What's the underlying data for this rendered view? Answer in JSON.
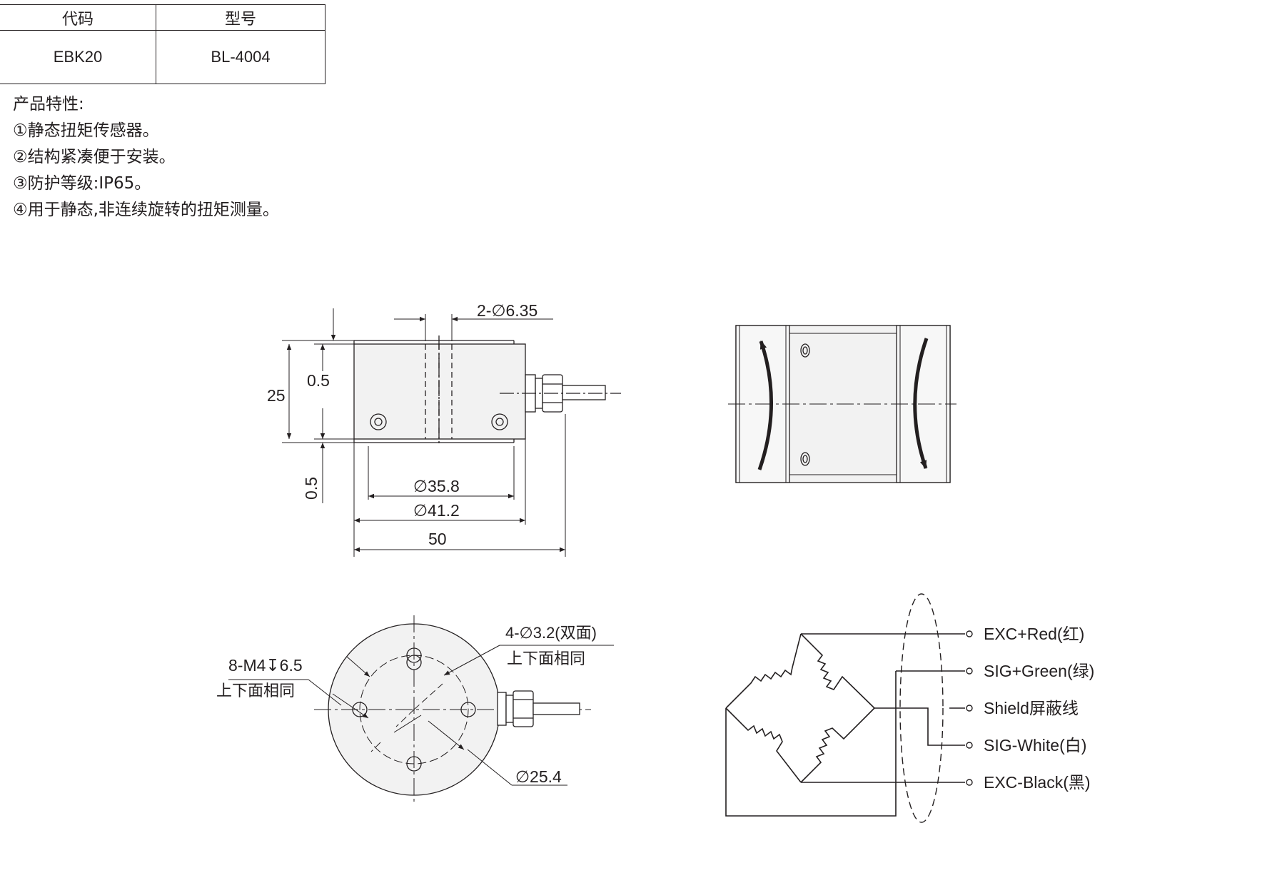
{
  "table": {
    "headers": [
      "代码",
      "型号"
    ],
    "rows": [
      [
        "EBK20",
        "BL-4004"
      ]
    ]
  },
  "features": {
    "title": "产品特性:",
    "items": [
      "①静态扭矩传感器。",
      "②结构紧凑便于安装。",
      "③防护等级:IP65。",
      "④用于静态,非连续旋转的扭矩测量。"
    ]
  },
  "side_view": {
    "dim_hole": "2-∅6.35",
    "dim_height": "25",
    "dim_step_top": "0.5",
    "dim_step_bottom": "0.5",
    "dim_d1": "∅35.8",
    "dim_d2": "∅41.2",
    "dim_length": "50"
  },
  "front_view": {
    "dim_thread": "8-M4↧6.5",
    "note_thread": "上下面相同",
    "dim_holes": "4-∅3.2(双面)",
    "note_holes": "上下面相同",
    "dim_pcd": "∅25.4"
  },
  "wiring": {
    "wires": [
      "EXC+Red(红)",
      "SIG+Green(绿)",
      "Shield屏蔽线",
      "SIG-White(白)",
      "EXC-Black(黑)"
    ]
  },
  "colors": {
    "line": "#231f20",
    "body_fill": "#f2f2f2",
    "shade": "#d9d9d9"
  }
}
